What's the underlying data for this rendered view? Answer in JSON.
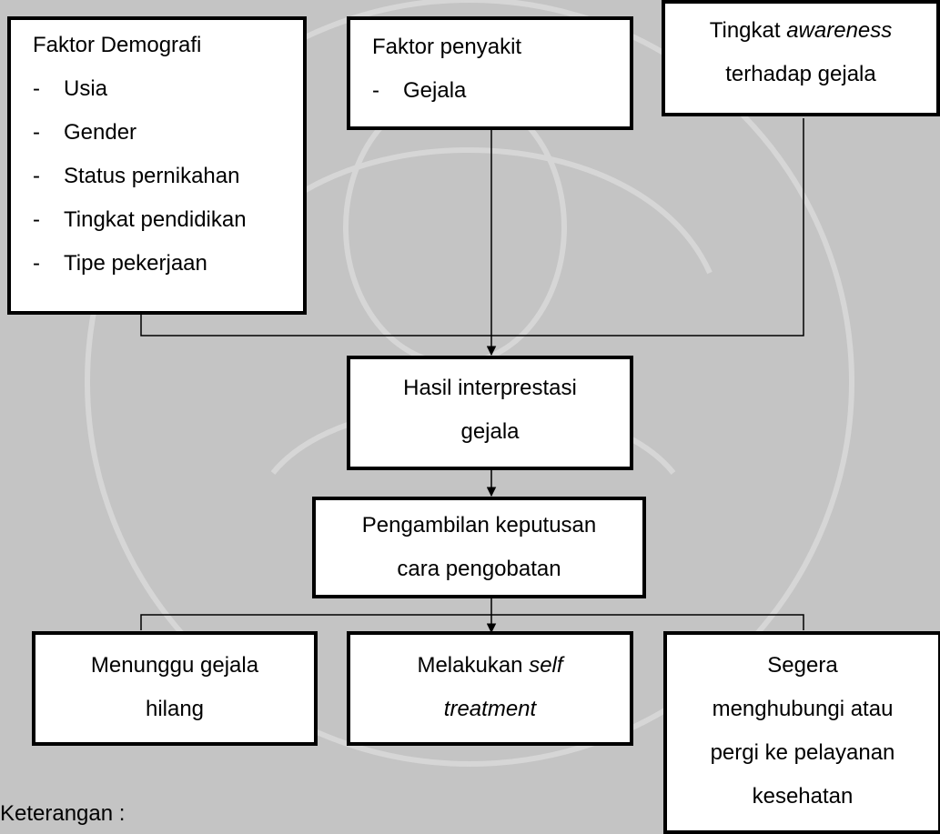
{
  "demographic": {
    "title": "Faktor Demografi",
    "items": [
      {
        "dash": "-",
        "label": "Usia"
      },
      {
        "dash": "-",
        "label": "Gender"
      },
      {
        "dash": "-",
        "label": "Status pernikahan"
      },
      {
        "dash": "-",
        "label": "Tingkat pendidikan"
      },
      {
        "dash": "-",
        "label": "Tipe pekerjaan"
      }
    ]
  },
  "disease": {
    "title": "Faktor penyakit",
    "item_dash": "-",
    "item": "Gejala"
  },
  "awareness": {
    "line1_prefix": "Tingkat ",
    "line1_italic": "awareness",
    "line2": "terhadap gejala"
  },
  "interpretation": {
    "line1": "Hasil interprestasi",
    "line2": "gejala"
  },
  "decision": {
    "line1": "Pengambilan keputusan",
    "line2": "cara pengobatan"
  },
  "wait": {
    "line1": "Menunggu gejala",
    "line2": "hilang"
  },
  "self_treatment": {
    "line1_prefix": "Melakukan ",
    "line1_italic": "self",
    "line2_italic": "treatment"
  },
  "health_service": {
    "line1": "Segera",
    "line2": "menghubungi atau",
    "line3": "pergi ke pelayanan",
    "line4": "kesehatan"
  },
  "caption": "Keterangan :"
}
